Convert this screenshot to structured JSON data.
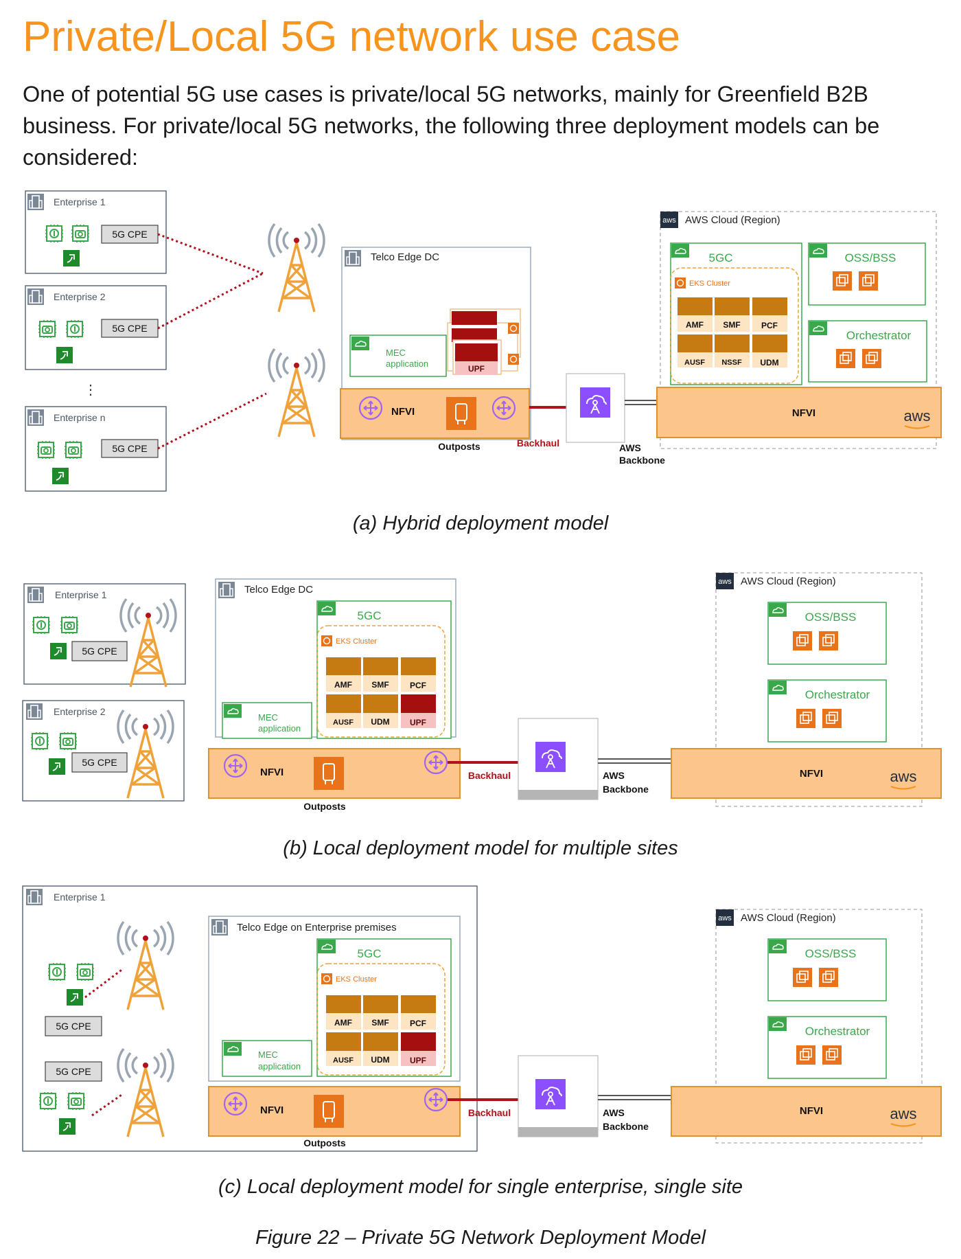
{
  "title": "Private/Local 5G network use case",
  "intro": "One of potential 5G use cases is private/local 5G networks, mainly for Greenfield B2B business. For private/local 5G networks, the following three deployment models can be considered:",
  "labels": {
    "enterprise1": "Enterprise 1",
    "enterprise2": "Enterprise 2",
    "enterprise_n": "Enterprise n",
    "ellipsis": "⋮",
    "cpe": "5G CPE",
    "telco_edge_dc": "Telco Edge DC",
    "telco_edge_premises": "Telco Edge on Enterprise premises",
    "mec_line1": "MEC",
    "mec_line2": "application",
    "upf": "UPF",
    "nfvi": "NFVI",
    "outposts": "Outposts",
    "backhaul": "Backhaul",
    "aws_line1": "AWS",
    "aws_line2": "Backbone",
    "aws_cloud": "AWS Cloud (Region)",
    "aws_badge": "aws",
    "aws_logo": "aws",
    "fivegc": "5GC",
    "eks": "EKS Cluster",
    "oss": "OSS/BSS",
    "orchestrator": "Orchestrator",
    "amf": "AMF",
    "smf": "SMF",
    "pcf": "PCF",
    "ausf": "AUSF",
    "nssf": "NSSF",
    "udm": "UDM"
  },
  "captions": {
    "a": "(a) Hybrid deployment model",
    "b": "(b) Local deployment model for multiple sites",
    "c": "(c) Local deployment model for single enterprise, single site",
    "figure": "Figure 22 – Private 5G Network Deployment Model"
  },
  "colors": {
    "title": "#f7941d",
    "nfvi_fill": "#fbc58b",
    "nfvi_border": "#e0922a",
    "nf_block": "#c67a12",
    "nf_label_bg": "#fde5c4",
    "upf_block": "#a50f0f",
    "upf_label_bg": "#f7c1c1",
    "green": "#3aa84a",
    "dark_green": "#1f8a2c",
    "purple": "#8c4fff",
    "backhaul_red": "#c0142d"
  }
}
